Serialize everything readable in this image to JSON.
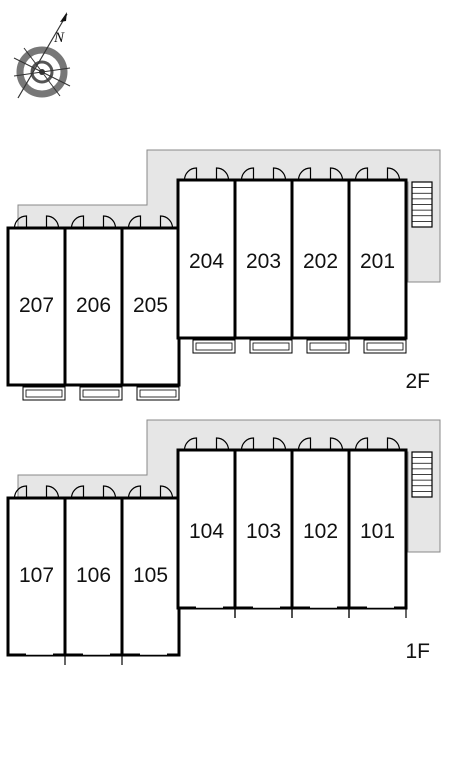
{
  "compass": {
    "letter": "N",
    "icon": "compass-rose-icon"
  },
  "floors": {
    "second": {
      "label": "2F",
      "units": [
        "207",
        "206",
        "205",
        "204",
        "203",
        "202",
        "201"
      ]
    },
    "first": {
      "label": "1F",
      "units": [
        "107",
        "106",
        "105",
        "104",
        "103",
        "102",
        "101"
      ]
    }
  },
  "colors": {
    "corridor_fill": "#e6e6e6",
    "wall": "#000000",
    "corridor_stroke": "#888888",
    "compass_ring": "#777777"
  }
}
